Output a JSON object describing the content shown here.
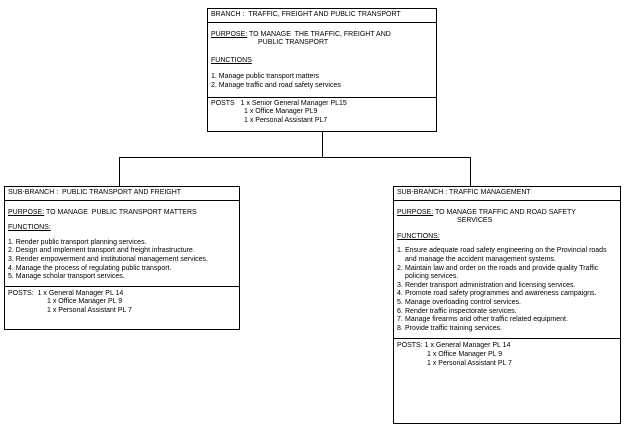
{
  "top": {
    "branch": "BRANCH :  TRAFFIC, FREIGHT AND PUBLIC TRANSPORT",
    "purpose_label": "PURPOSE:",
    "purpose_line1": " TO MANAGE  THE TRAFFIC, FREIGHT AND",
    "purpose_line2": "PUBLIC TRANSPORT",
    "functions_label": "FUNCTIONS",
    "functions": [
      "1. Manage public transport matters",
      "2. Manage traffic and road safety services"
    ],
    "posts_label": "POSTS",
    "posts": [
      "1 x Senior General Manager PL15",
      "1 x Office Manager PL9",
      "1 x Personal Assistant PL7"
    ]
  },
  "left": {
    "branch": "SUB-BRANCH :  PUBLIC TRANSPORT AND FREIGHT",
    "purpose_label": "PURPOSE:",
    "purpose_text": " TO MANAGE  PUBLIC TRANSPORT MATTERS",
    "functions_label": "FUNCTIONS:",
    "functions": [
      "1. Render public transport planning services.",
      "2. Design and implement transport and freight infrastructure.",
      "3. Render empowerment and institutional management services.",
      "4. Manage the process of regulating public transport.",
      "5. Manage scholar transport services."
    ],
    "posts_label": "POSTS:",
    "posts": [
      "1 x General Manager PL 14",
      "1 x Office Manager PL 9",
      "1 x Personal Assistant PL 7"
    ]
  },
  "right": {
    "branch": "SUB-BRANCH : TRAFFIC MANAGEMENT",
    "purpose_label": "PURPOSE:",
    "purpose_line1": " TO MANAGE TRAFFIC AND ROAD SAFETY",
    "purpose_line2": "SERVICES",
    "functions_label": "FUNCTIONS:",
    "functions": [
      {
        "n": "1.",
        "t": "Ensure adequate road safety engineering on the Provincial  roads and manage the accident management systems."
      },
      {
        "n": "2.",
        "t": "Maintain law and order on the roads and provide quality Traffic policing services."
      },
      {
        "n": "3.",
        "t": "Render transport administration and licensing services."
      },
      {
        "n": "4.",
        "t": "Promote road safety programmes and awareness campaigns."
      },
      {
        "n": "5.",
        "t": "Manage overloading control services."
      },
      {
        "n": "6.",
        "t": "Render traffic inspectorate services."
      },
      {
        "n": "7.",
        "t": "Manage firearms and other traffic related equipment."
      },
      {
        "n": "8.",
        "t": "Provide traffic training services."
      }
    ],
    "posts_label": "POSTS:",
    "posts": [
      "1 x General Manager PL 14",
      "1 x Office Manager PL 9",
      "1 x Personal Assistant PL 7"
    ]
  }
}
